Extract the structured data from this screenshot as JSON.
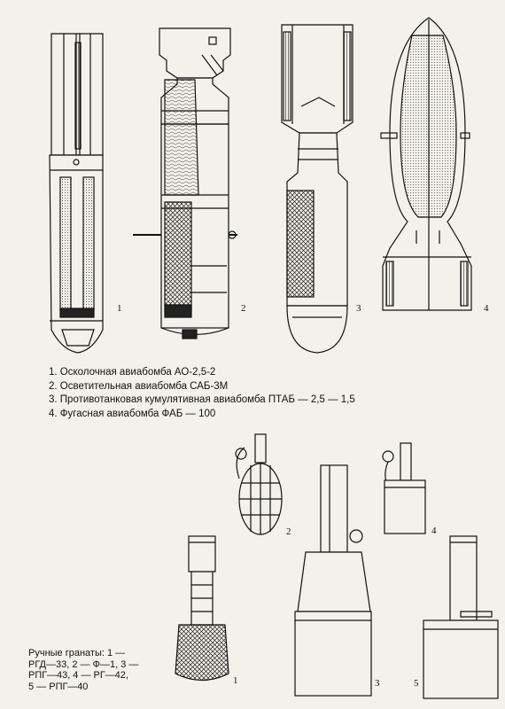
{
  "figure_numbers": {
    "bombs": [
      "1",
      "2",
      "3",
      "4"
    ],
    "grenades": [
      "1",
      "2",
      "3",
      "4",
      "5"
    ]
  },
  "bomb_captions": [
    "1. Осколочная авиабомба АО-2,5-2",
    "2. Осветительная авиабомба САБ-3М",
    "3. Противотанковая кумулятивная авиабомба ПТАБ — 2,5 — 1,5",
    "4. Фугасная авиабомба ФАБ — 100"
  ],
  "grenade_caption": [
    "Ручные гранаты: 1 —",
    "РГД—33, 2 — Ф—1, 3 —",
    "РПГ—43, 4 — РГ—42,",
    "5 — РПГ—40"
  ],
  "colors": {
    "ink": "#111111",
    "paper": "#f4f1ea"
  }
}
